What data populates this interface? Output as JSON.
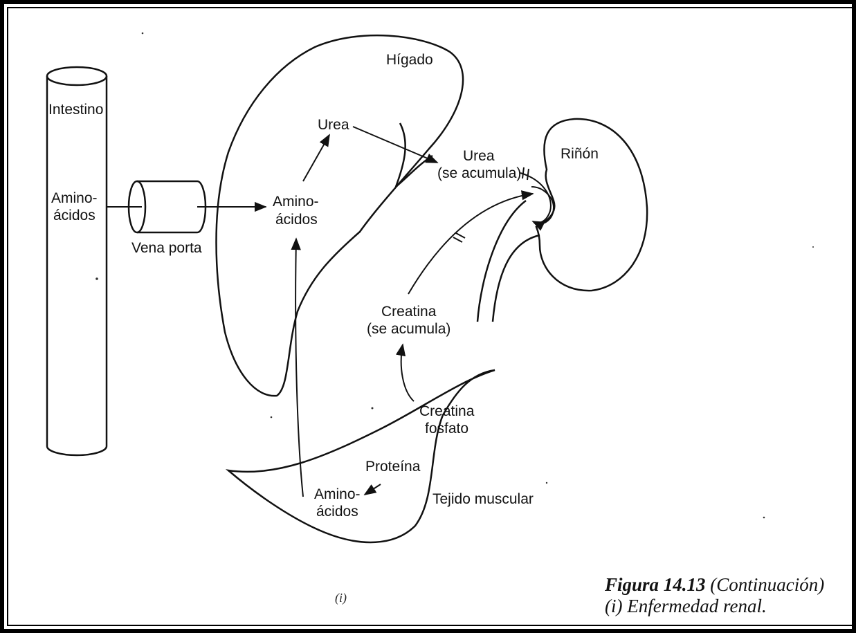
{
  "labels": {
    "intestino": "Intestino",
    "amino_int_1": "Amino-",
    "amino_int_2": "ácidos",
    "vena_porta": "Vena porta",
    "higado": "Hígado",
    "amino_hig_1": "Amino-",
    "amino_hig_2": "ácidos",
    "urea": "Urea",
    "urea_acum_1": "Urea",
    "urea_acum_2": "(se acumula)",
    "rinon": "Riñón",
    "creatina_1": "Creatina",
    "creatina_2": "(se acumula)",
    "creatina_fosfato_1": "Creatina",
    "creatina_fosfato_2": "fosfato",
    "proteina": "Proteína",
    "amino_mus_1": "Amino-",
    "amino_mus_2": "ácidos",
    "tejido_muscular": "Tejido muscular",
    "sublabel": "(i)"
  },
  "caption": {
    "figure": "Figura 14.13",
    "rest": " (Continuación)",
    "line2": "(i) Enfermedad renal."
  }
}
